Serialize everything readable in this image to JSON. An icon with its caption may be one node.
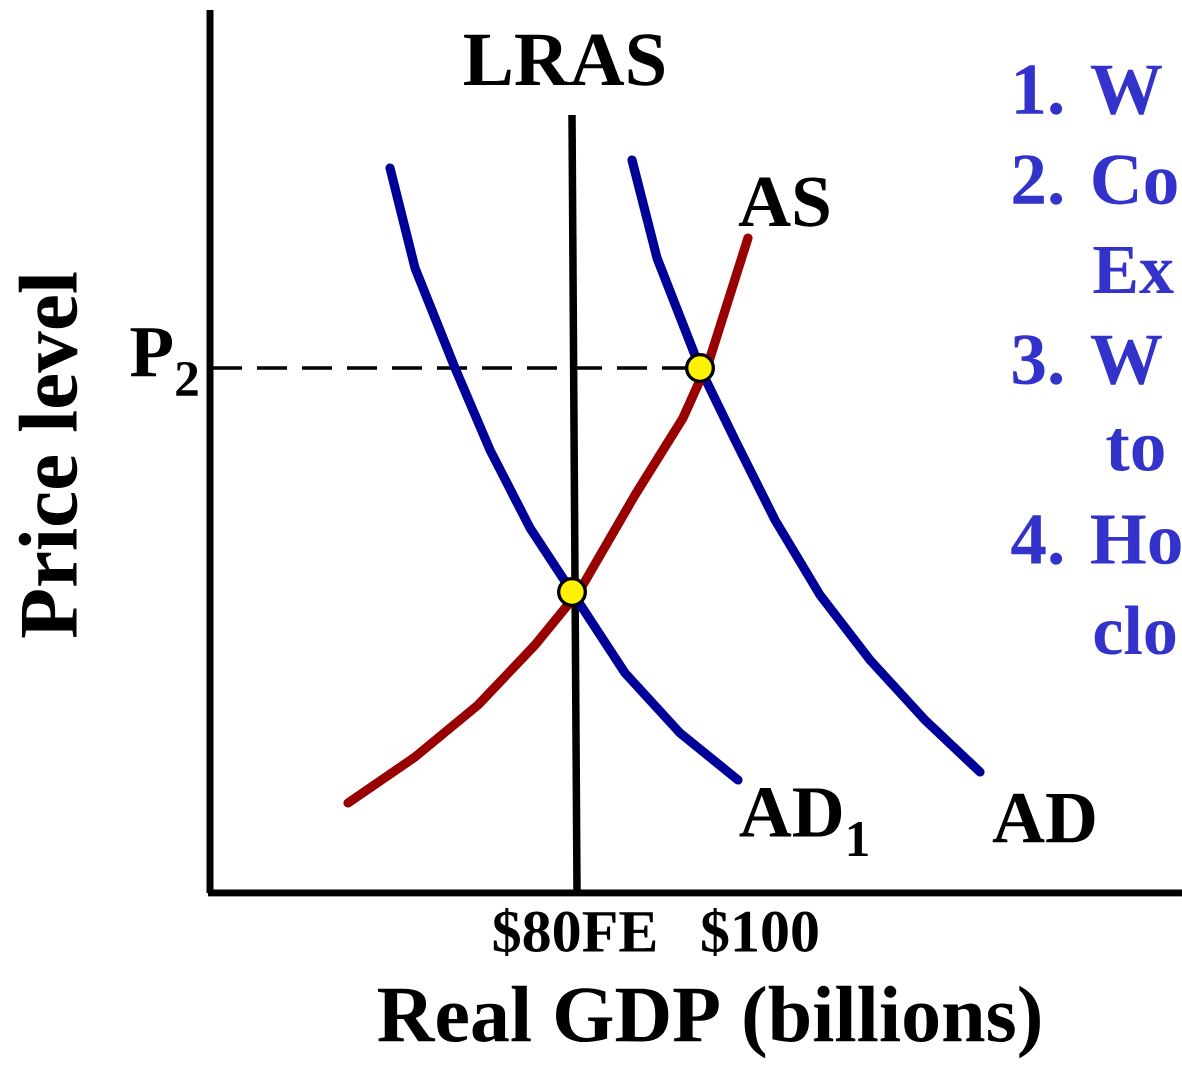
{
  "diagram": {
    "labels": [
      "LRAS",
      "1. W",
      "2. Co",
      "AS",
      "Ex",
      "P$_{2}$",
      "3. W",
      "Price level",
      "to",
      "4. Ho",
      "clo",
      "AD$_{1}$",
      "AD",
      "$80FE",
      "$100",
      "Real GDP (billions)"
    ]
  }
}
